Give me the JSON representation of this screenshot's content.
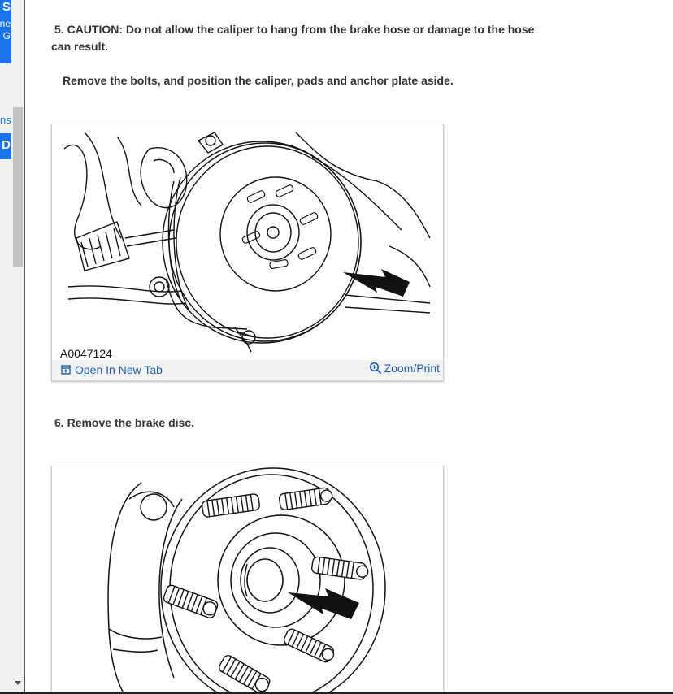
{
  "sidebar": {
    "card_line1": "S",
    "card_line2": "ne",
    "card_line3": "G",
    "link_fragment": "ns",
    "button_fragment": "D"
  },
  "steps": {
    "step5_number": "5.",
    "step5_text": "CAUTION: Do not allow the caliper to hang from the brake hose or damage to the hose can result.",
    "step5_sub": "Remove the bolts, and position the caliper, pads and anchor plate aside.",
    "step6_number": "6.",
    "step6_text": "Remove the brake disc."
  },
  "figure1": {
    "code": "A0047124",
    "open_label": "Open In New Tab",
    "zoom_label": "Zoom/Print"
  },
  "colors": {
    "accent": "#1a73e8",
    "link": "#1a5dc2",
    "text": "#333333"
  },
  "icons": [
    "open-in-new-tab-icon",
    "zoom-icon",
    "scroll-down-arrow-icon"
  ]
}
